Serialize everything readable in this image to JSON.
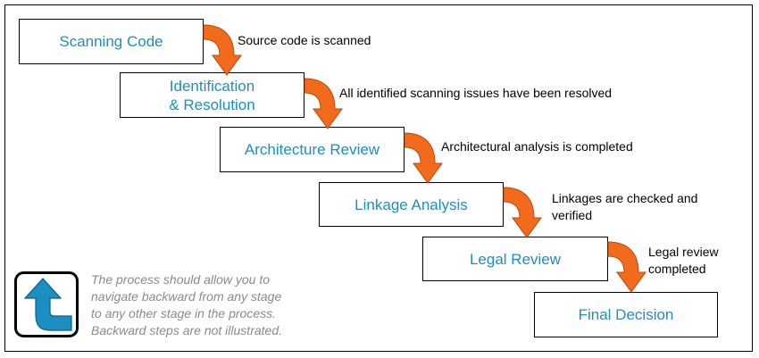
{
  "stages": [
    {
      "label_lines": [
        "Scanning Code"
      ]
    },
    {
      "label_lines": [
        "Identification",
        "& Resolution"
      ]
    },
    {
      "label_lines": [
        "Architecture Review"
      ]
    },
    {
      "label_lines": [
        "Linkage Analysis"
      ]
    },
    {
      "label_lines": [
        "Legal Review"
      ]
    },
    {
      "label_lines": [
        "Final Decision"
      ]
    }
  ],
  "transitions": [
    {
      "lines": [
        "Source code is scanned"
      ]
    },
    {
      "lines": [
        "All identified scanning issues have been resolved"
      ]
    },
    {
      "lines": [
        "Architectural analysis is completed"
      ]
    },
    {
      "lines": [
        "Linkages are checked and",
        "verified"
      ]
    },
    {
      "lines": [
        "Legal review",
        "completed"
      ]
    }
  ],
  "note_lines": [
    "The process should allow you to",
    "navigate backward from any stage",
    "to any other stage in the process.",
    "Backward steps are not illustrated."
  ],
  "icons": {
    "back_arrow": "back-arrow-icon"
  },
  "colors": {
    "stage_text": "#1b8fc1",
    "arrow_fill": "#f26b1d",
    "icon_fill": "#1b8fc1",
    "note_text": "#8a8a8a"
  }
}
